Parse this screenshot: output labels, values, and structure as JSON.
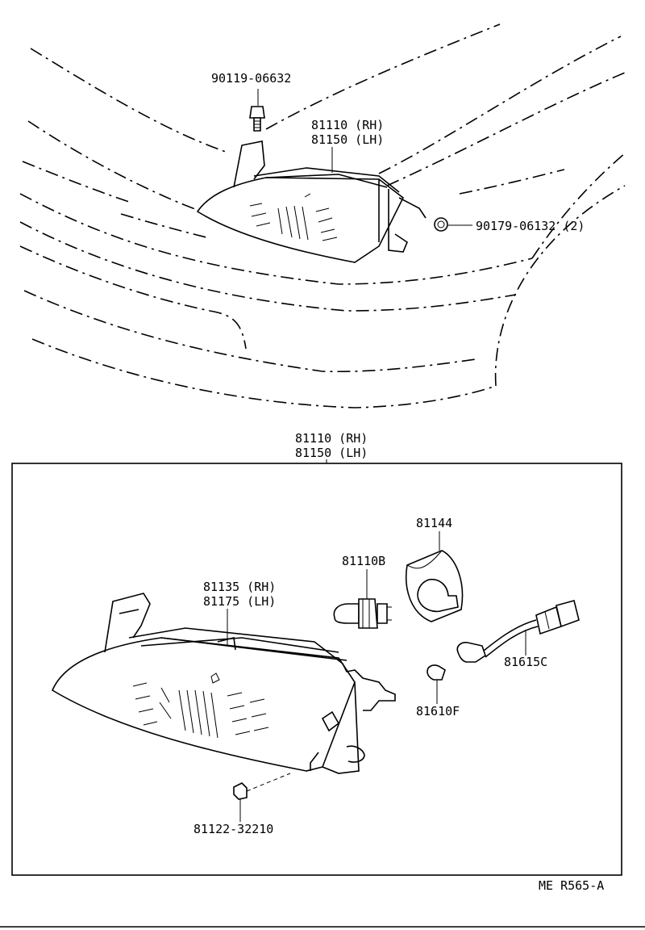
{
  "labels": {
    "bolt_top": "90119-06632",
    "headlamp_top_rh": "81110 (RH)",
    "headlamp_top_lh": "81150 (LH)",
    "nut_top": "90179-06132 (2)",
    "box_title_rh": "81110 (RH)",
    "box_title_lh": "81150 (LH)",
    "lens_rh": "81135 (RH)",
    "lens_lh": "81175 (LH)",
    "bulb": "81110B",
    "cover": "81144",
    "socket": "81615C",
    "side_bulb": "81610F",
    "adjuster": "81122-32210",
    "drawing_code": "ME  R565-A"
  },
  "colors": {
    "ink": "#000000",
    "paper": "#ffffff"
  }
}
